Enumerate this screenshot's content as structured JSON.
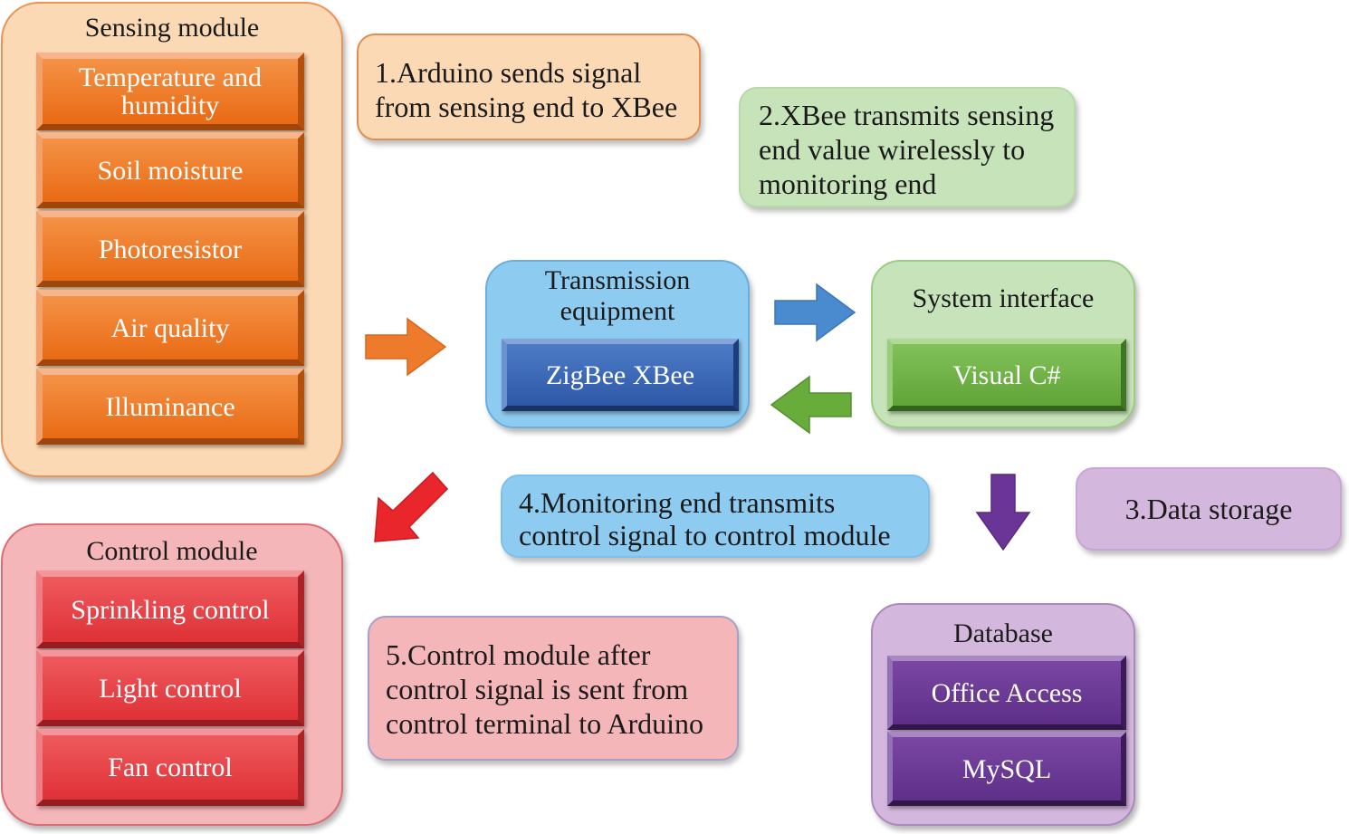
{
  "sensing_module": {
    "title": "Sensing module",
    "items": [
      {
        "line1": "Temperature and",
        "line2": "humidity"
      },
      {
        "label": "Soil moisture"
      },
      {
        "label": "Photoresistor"
      },
      {
        "label": "Air quality"
      },
      {
        "label": "Illuminance"
      }
    ]
  },
  "control_module": {
    "title": "Control module",
    "items": [
      {
        "label": "Sprinkling control"
      },
      {
        "label": "Light control"
      },
      {
        "label": "Fan control"
      }
    ]
  },
  "transmission": {
    "title_line1": "Transmission",
    "title_line2": "equipment",
    "block": "ZigBee  XBee"
  },
  "system_interface": {
    "title": "System interface",
    "block": "Visual C#"
  },
  "database": {
    "title": "Database",
    "items": [
      {
        "label": "Office Access"
      },
      {
        "label": "MySQL"
      }
    ]
  },
  "steps": {
    "step1": {
      "line1": "1.Arduino sends signal",
      "line2": "from sensing end to XBee"
    },
    "step2": {
      "line1": "2.XBee transmits sensing",
      "line2": "end value wirelessly to",
      "line3": "monitoring end"
    },
    "step3": {
      "line1": "3.Data storage"
    },
    "step4": {
      "line1": "4.Monitoring end transmits",
      "line2": "control signal to control module"
    },
    "step5": {
      "line1": "5.Control module after",
      "line2": "control signal is sent from",
      "line3": "control terminal to Arduino"
    }
  },
  "colors": {
    "orange": "#e96a14",
    "red": "#df3136",
    "blue": "#2d58a7",
    "green": "#61a438",
    "purple": "#5e2f88",
    "arrow_orange": "#ee7b2c",
    "arrow_blue": "#4a8bd0",
    "arrow_green": "#68ad3c",
    "arrow_red": "#e8262b",
    "arrow_purple": "#6b3598"
  }
}
